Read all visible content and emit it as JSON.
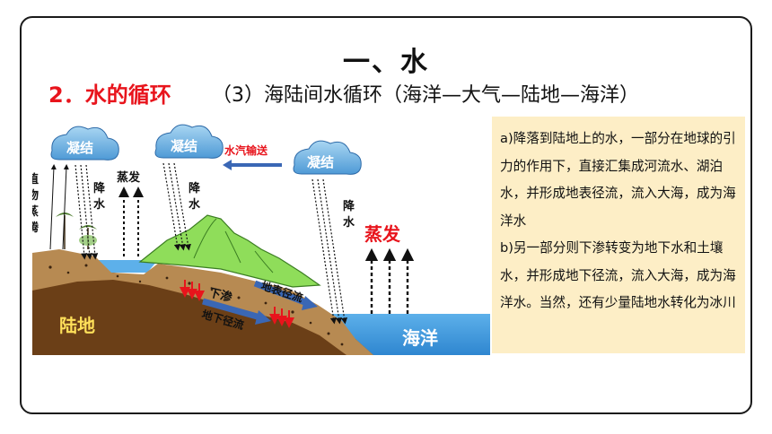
{
  "header": {
    "title": "一、水",
    "subtitle_number": "2．水的循环",
    "subtitle_detail": "（3）海陆间水循环（海洋—大气—陆地—海洋）"
  },
  "diagram": {
    "labels": {
      "cloud_left": "凝结",
      "cloud_mid": "凝结",
      "cloud_right": "凝结",
      "transport": "水汽输送",
      "transpiration": "植物蒸腾",
      "evap_land": "蒸发",
      "rain_left": "降水",
      "rain_mid": "降水",
      "rain_right": "降水",
      "evap_sea": "蒸发",
      "infiltration": "下渗",
      "surface_runoff": "地表径流",
      "ground_runoff": "地下径流",
      "land": "陆地",
      "sea": "海洋"
    },
    "colors": {
      "sea": "#3c9be0",
      "mountain": "#8fdd5a",
      "soil": "#7a4a1e",
      "evap_sea": "#e8141c",
      "arrow_blue": "#3a67b5"
    }
  },
  "explanation": {
    "para_a": "a)降落到陆地上的水，一部分在地球的引力的作用下，直接汇集成河流水、湖泊水，并形成地表径流，流入大海，成为海洋水",
    "para_b": "b)另一部分则下渗转变为地下水和土壤水，并形成地下径流，流入大海，成为海洋水。当然，还有少量陆地水转化为冰川"
  }
}
